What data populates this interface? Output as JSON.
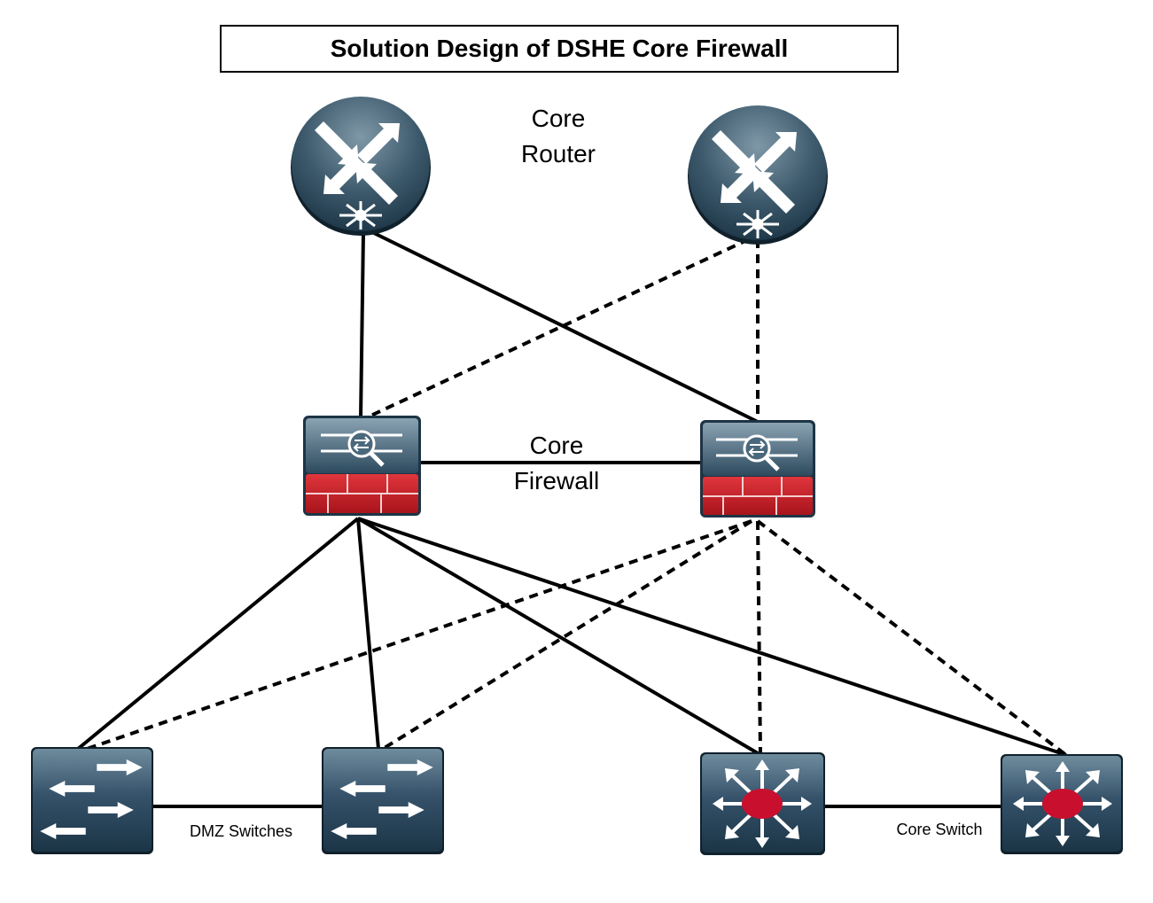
{
  "title": "Solution Design of DSHE Core Firewall",
  "labels": {
    "core_router": "Core\nRouter",
    "core_firewall": "Core\nFirewall",
    "dmz_switches": "DMZ Switches",
    "core_switch": "Core Switch"
  },
  "colors": {
    "device_dark": "#1f3b4d",
    "device_light": "#6e8a9c",
    "firewall_red": "#c8202a",
    "core_switch_dot": "#c8102e",
    "link": "#000000"
  },
  "nodes": [
    {
      "id": "router1",
      "type": "router"
    },
    {
      "id": "router2",
      "type": "router"
    },
    {
      "id": "firewall1",
      "type": "firewall"
    },
    {
      "id": "firewall2",
      "type": "firewall"
    },
    {
      "id": "dmz1",
      "type": "dmz-switch"
    },
    {
      "id": "dmz2",
      "type": "dmz-switch"
    },
    {
      "id": "core1",
      "type": "core-switch"
    },
    {
      "id": "core2",
      "type": "core-switch"
    }
  ],
  "links": [
    {
      "from": "router1",
      "to": "firewall1",
      "style": "solid"
    },
    {
      "from": "router1",
      "to": "firewall2",
      "style": "solid"
    },
    {
      "from": "router2",
      "to": "firewall1",
      "style": "dashed"
    },
    {
      "from": "router2",
      "to": "firewall2",
      "style": "dashed"
    },
    {
      "from": "firewall1",
      "to": "firewall2",
      "style": "solid"
    },
    {
      "from": "firewall1",
      "to": "dmz1",
      "style": "solid"
    },
    {
      "from": "firewall1",
      "to": "dmz2",
      "style": "solid"
    },
    {
      "from": "firewall1",
      "to": "core1",
      "style": "solid"
    },
    {
      "from": "firewall1",
      "to": "core2",
      "style": "solid"
    },
    {
      "from": "firewall2",
      "to": "dmz1",
      "style": "dashed"
    },
    {
      "from": "firewall2",
      "to": "dmz2",
      "style": "dashed"
    },
    {
      "from": "firewall2",
      "to": "core1",
      "style": "dashed"
    },
    {
      "from": "firewall2",
      "to": "core2",
      "style": "dashed"
    },
    {
      "from": "dmz1",
      "to": "dmz2",
      "style": "solid"
    },
    {
      "from": "core1",
      "to": "core2",
      "style": "solid"
    }
  ]
}
